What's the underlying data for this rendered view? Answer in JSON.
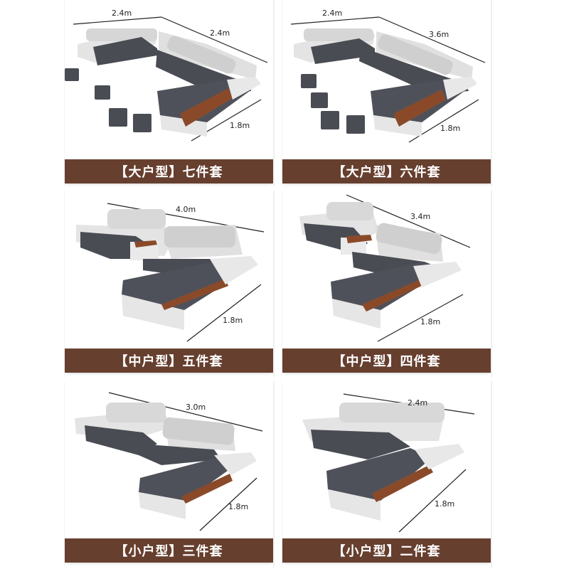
{
  "colors": {
    "banner": "#673f2f",
    "banner_text": "#ffffff",
    "seat": "#4a4c54",
    "frame": "#e6e6e6",
    "wood": "#8a4a2a",
    "background": "#ffffff"
  },
  "products": [
    {
      "label": "【大户型】七件套",
      "size_class": "大户型",
      "piece_count": "七件套",
      "dimensions": {
        "left_width": "2.4m",
        "back_length": "2.4m",
        "chaise_depth": "1.8m"
      },
      "ottomans": 4
    },
    {
      "label": "【大户型】六件套",
      "size_class": "大户型",
      "piece_count": "六件套",
      "dimensions": {
        "left_width": "2.4m",
        "back_length": "3.6m",
        "chaise_depth": "1.8m"
      },
      "ottomans": 4
    },
    {
      "label": "【中户型】五件套",
      "size_class": "中户型",
      "piece_count": "五件套",
      "dimensions": {
        "back_length": "4.0m",
        "chaise_depth": "1.8m"
      },
      "ottomans": 0
    },
    {
      "label": "【中户型】四件套",
      "size_class": "中户型",
      "piece_count": "四件套",
      "dimensions": {
        "back_length": "3.4m",
        "chaise_depth": "1.8m"
      },
      "ottomans": 0
    },
    {
      "label": "【小户型】三件套",
      "size_class": "小户型",
      "piece_count": "三件套",
      "dimensions": {
        "back_length": "3.0m",
        "chaise_depth": "1.8m"
      },
      "ottomans": 0
    },
    {
      "label": "【小户型】二件套",
      "size_class": "小户型",
      "piece_count": "二件套",
      "dimensions": {
        "back_length": "2.4m",
        "chaise_depth": "1.8m"
      },
      "ottomans": 0
    }
  ]
}
